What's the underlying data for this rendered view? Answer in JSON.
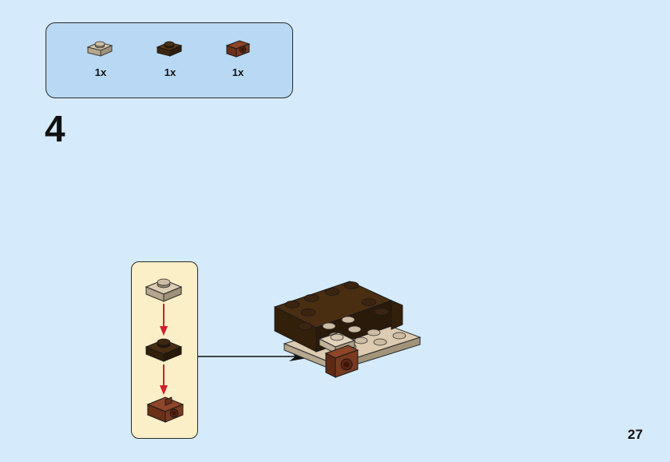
{
  "parts_list": {
    "items": [
      {
        "quantity": "1x",
        "icon": "tan-1x1-plate-icon",
        "color": "#c9b79c"
      },
      {
        "quantity": "1x",
        "icon": "dark-brown-1x1-plate-icon",
        "color": "#4a2e12"
      },
      {
        "quantity": "1x",
        "icon": "reddish-brown-1x1-bracket-icon",
        "color": "#7a3a20"
      }
    ]
  },
  "step": {
    "number": "4"
  },
  "page": {
    "number": "27"
  },
  "colors": {
    "background": "#d5ebfb",
    "parts_box": "#b9d8f3",
    "callout": "#fbefc8",
    "arrow_red": "#d0202a"
  }
}
